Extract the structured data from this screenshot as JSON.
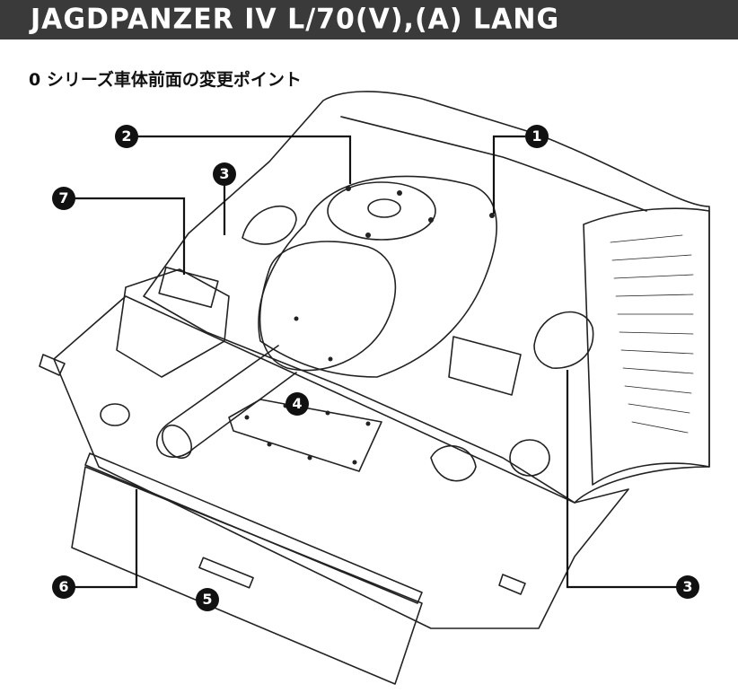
{
  "header": {
    "title": "JAGDPANZER IV L/70(V),(A) LANG"
  },
  "subtitle": "0 シリーズ車体前面の変更ポイント",
  "callouts": {
    "c1": "1",
    "c2": "2",
    "c3a": "3",
    "c3b": "3",
    "c4": "4",
    "c5": "5",
    "c6": "6",
    "c7": "7"
  },
  "colors": {
    "ink": "#111111",
    "title_bg": "#3a3a3a",
    "paper": "#ffffff"
  }
}
